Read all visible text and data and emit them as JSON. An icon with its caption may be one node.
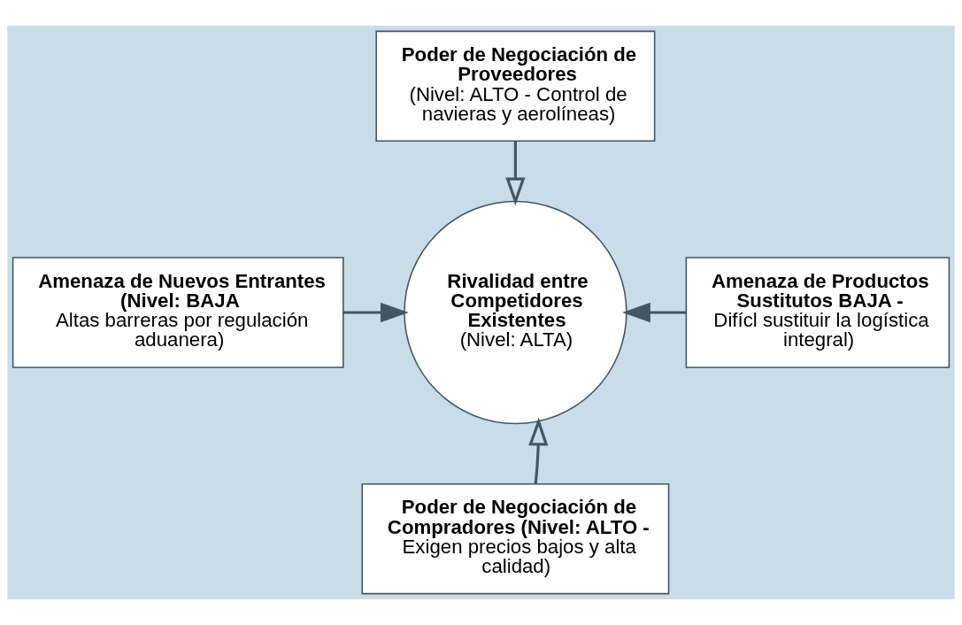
{
  "diagram": {
    "nodes": [
      {
        "text": [
          "Poder de Negociación de Proveedores",
          "(Nivel: ALTO - Control de navieras y aerolíneas)"
        ]
      },
      {
        "text": [
          "Amenaza de Nuevos Entrantes (Nivel: BAJA",
          "Altas barreras por regulación aduanera)"
        ]
      },
      {
        "text": [
          "Rivalidad entre Competidores Existentes",
          "(Nivel: ALTA)"
        ]
      },
      {
        "text": [
          "Amenaza de Productos Sustitutos BAJA -",
          "Difícl sustituir la logística integral)"
        ]
      },
      {
        "text": [
          "Poder de Negociación de Compradores (Nivel: ALTO -",
          "Exigen precios bajos y alta calidad)"
        ]
      }
    ],
    "edges": [
      {
        "from": 0,
        "to": 2,
        "arrow": "to"
      },
      {
        "from": 1,
        "to": 2,
        "arrow": "to"
      },
      {
        "from": 3,
        "to": 2,
        "arrow": "to"
      },
      {
        "from": 4,
        "to": 2,
        "arrow": "to"
      }
    ]
  }
}
